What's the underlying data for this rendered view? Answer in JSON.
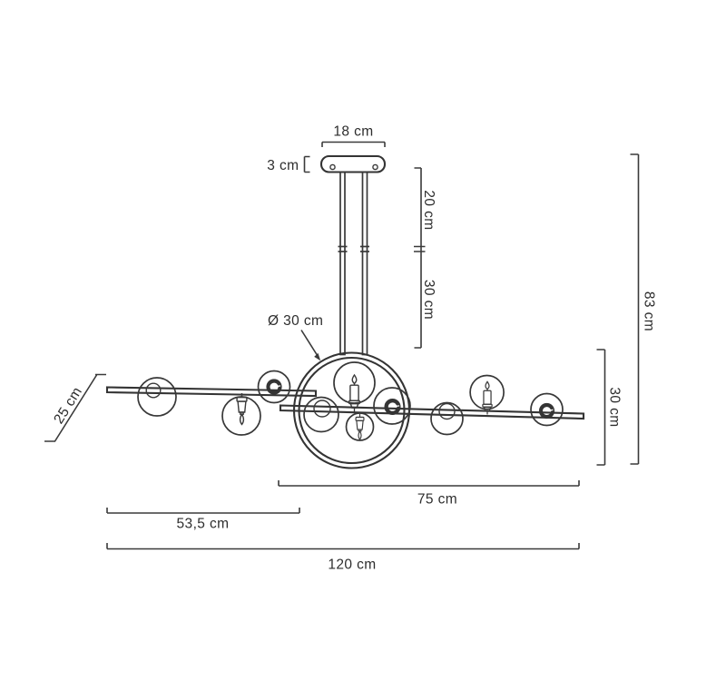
{
  "drawing": {
    "title": "chandelier dimension drawing",
    "background": "#ffffff",
    "stroke_color": "#343434",
    "dimension_line_color": "#3a3a3a",
    "text_color": "#2d2d2d",
    "labels": {
      "canopy_width": "18 cm",
      "canopy_height": "3 cm",
      "rod_section_upper": "20 cm",
      "rod_section_lower": "30 cm",
      "ring_diameter": "Ø 30 cm",
      "body_height": "30 cm",
      "total_height": "83 cm",
      "depth": "25 cm",
      "front_bar_length": "75 cm",
      "back_bar_length": "53,5 cm",
      "total_width": "120 cm"
    }
  }
}
